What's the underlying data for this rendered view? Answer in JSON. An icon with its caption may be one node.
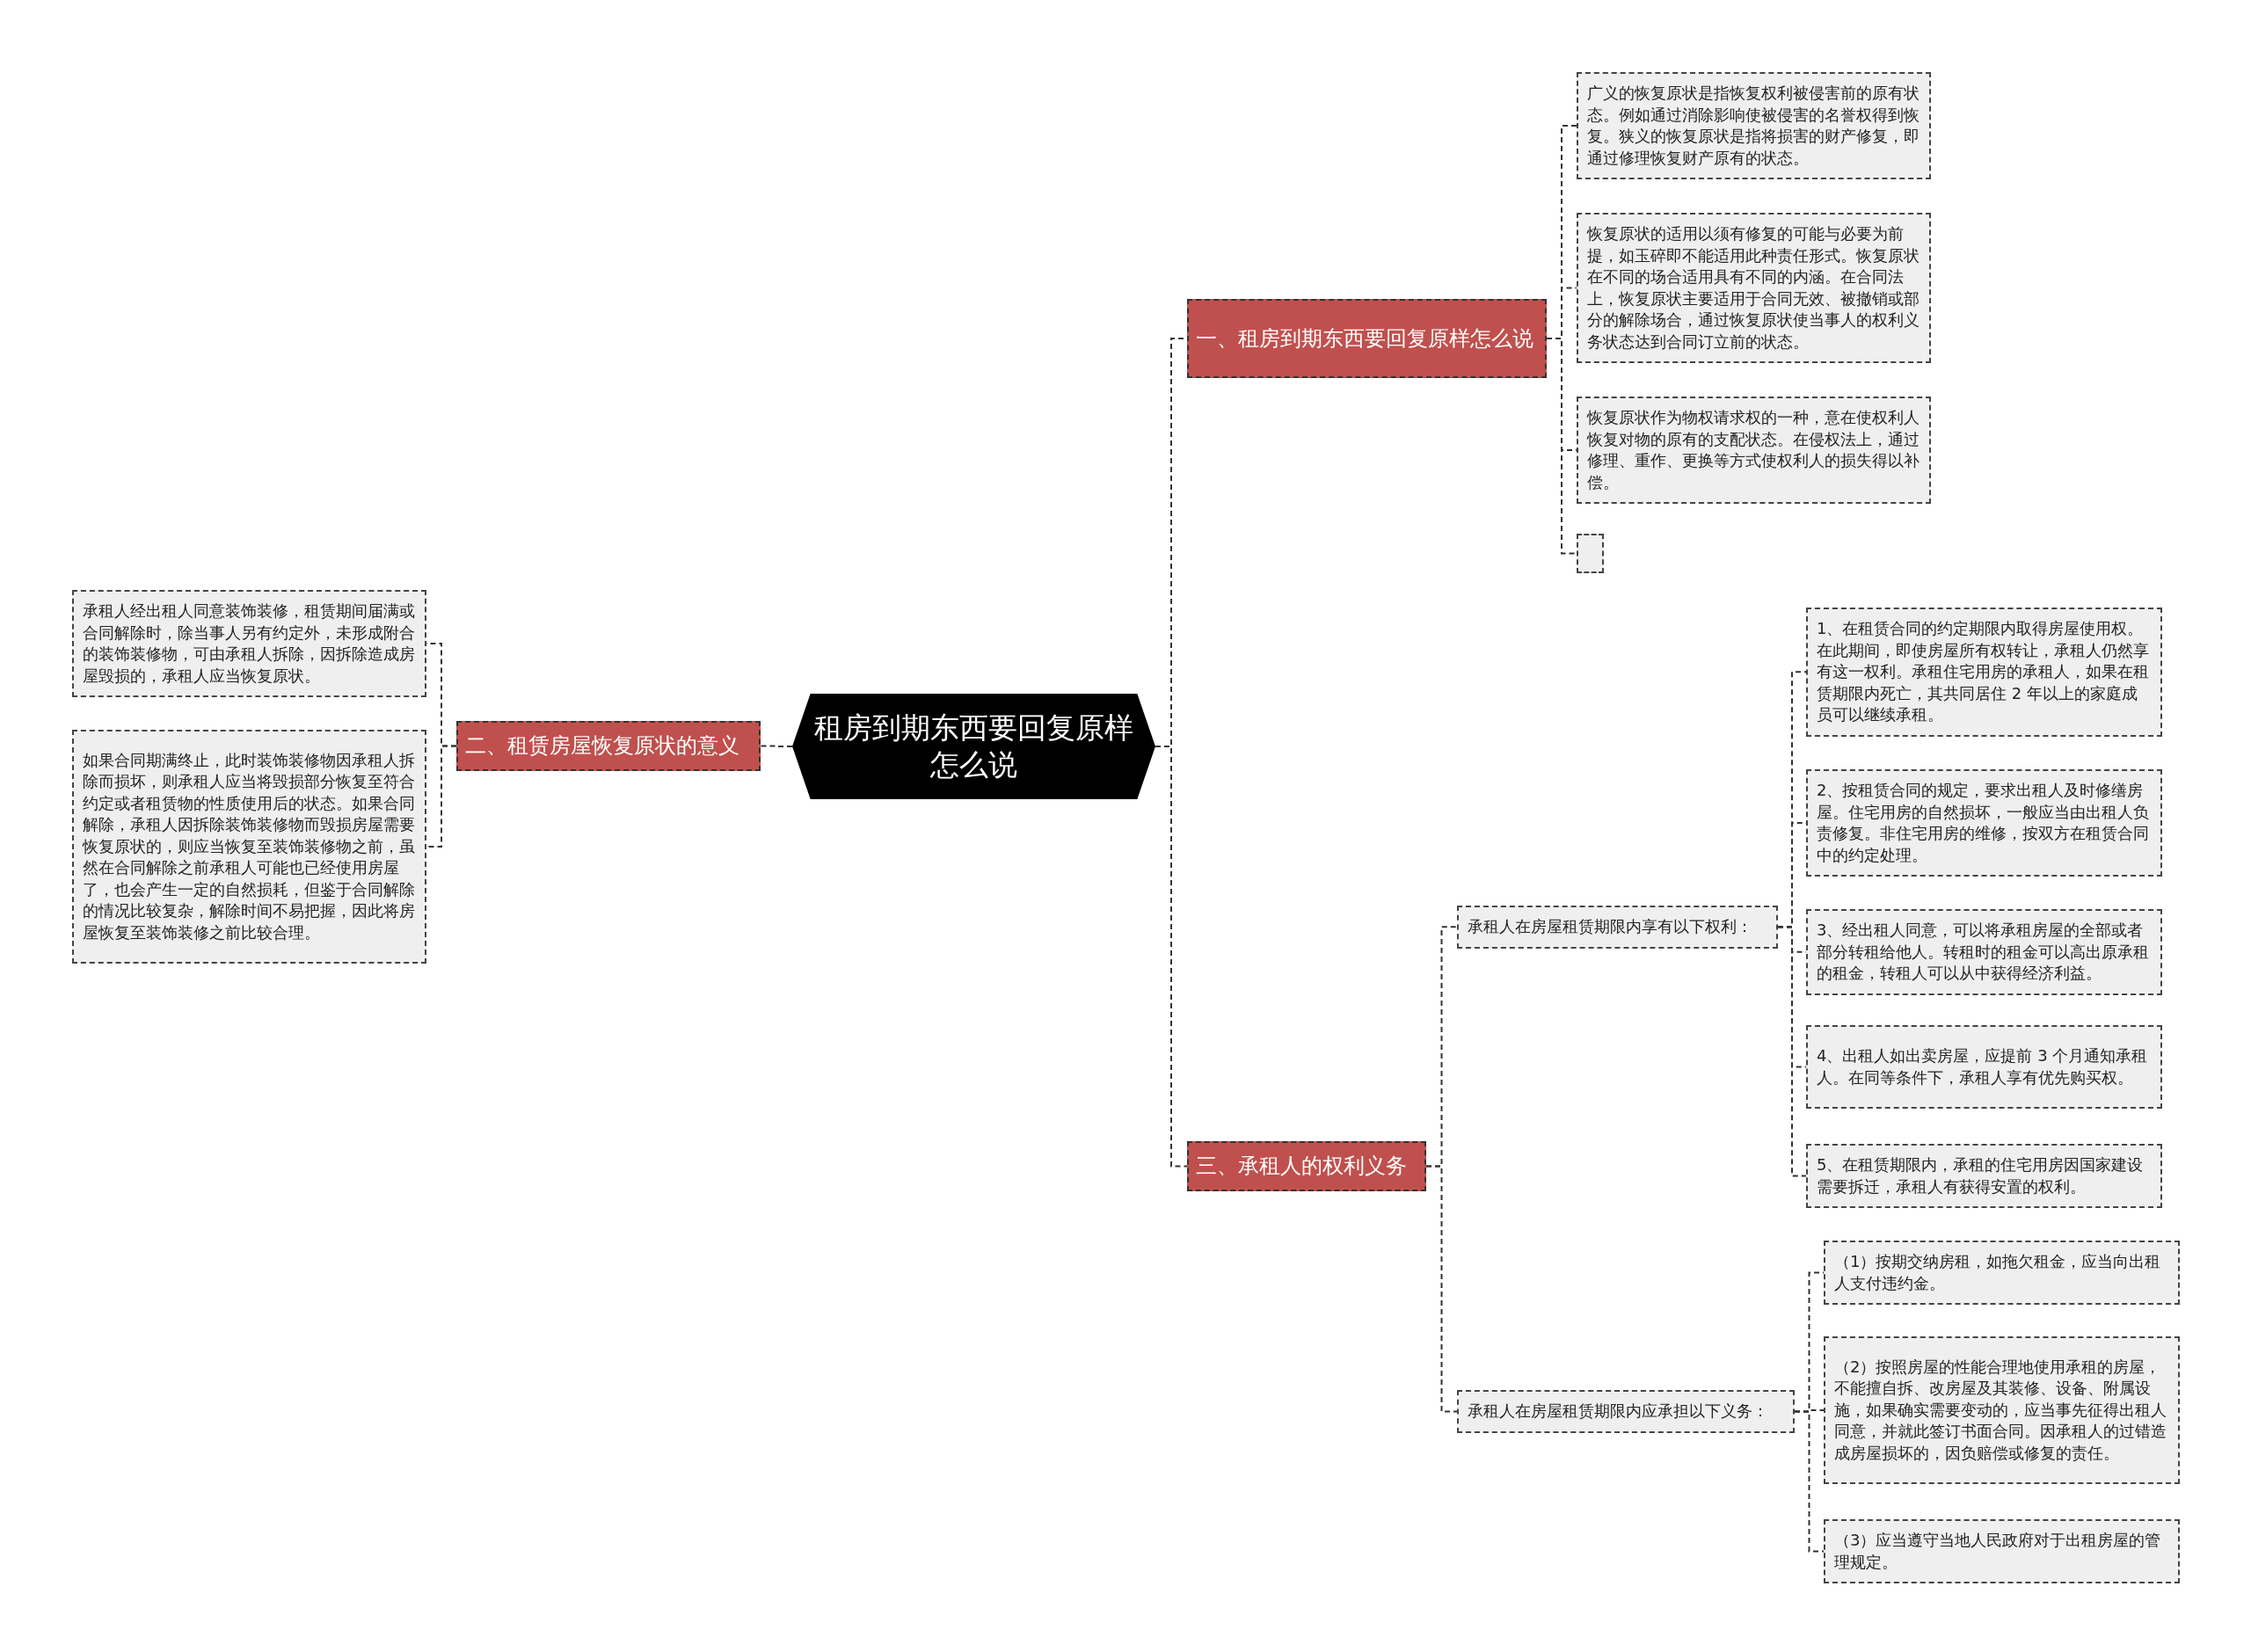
{
  "diagram": {
    "nodes": [
      {
        "text": [
          "租房到期东西要回复原样怎么说"
        ]
      },
      {
        "text": [
          "一、租房到期东西要回复原样怎么说"
        ]
      },
      {
        "text": [
          "广义的恢复原状是指恢复权利被侵害前的原有状态。例如通过消除影响使被侵害的名誉权得到恢复。狭义的恢复原状是指将损害的财产修复，即通过修理恢复财产原有的状态。"
        ]
      },
      {
        "text": [
          "恢复原状的适用以须有修复的可能与必要为前提，如玉碎即不能适用此种责任形式。恢复原状在不同的场合适用具有不同的内涵。在合同法上，恢复原状主要适用于合同无效、被撤销或部分的解除场合，通过恢复原状使当事人的权利义务状态达到合同订立前的状态。"
        ]
      },
      {
        "text": [
          "恢复原状作为物权请求权的一种，意在使权利人恢复对物的原有的支配状态。在侵权法上，通过修理、重作、更换等方式使权利人的损失得以补偿。"
        ]
      },
      {
        "text": [],
        "shape": "box"
      },
      {
        "text": [
          "二、租赁房屋恢复原状的意义"
        ]
      },
      {
        "text": [
          "承租人经出租人同意装饰装修，租赁期间届满或合同解除时，除当事人另有约定外，未形成附合的装饰装修物，可由承租人拆除，因拆除造成房屋毁损的，承租人应当恢复原状。"
        ]
      },
      {
        "text": [
          "如果合同期满终止，此时装饰装修物因承租人拆除而损坏，则承租人应当将毁损部分恢复至符合约定或者租赁物的性质使用后的状态。如果合同解除，承租人因拆除装饰装修物而毁损房屋需要恢复原状的，则应当恢复至装饰装修物之前，虽然在合同解除之前承租人可能也已经使用房屋了，也会产生一定的自然损耗，但鉴于合同解除的情况比较复杂，解除时间不易把握，因此将房屋恢复至装饰装修之前比较合理。"
        ]
      },
      {
        "text": [
          "三、承租人的权利义务"
        ]
      },
      {
        "text": [
          "承租人在房屋租赁期限内享有以下权利："
        ]
      },
      {
        "text": [
          "1、在租赁合同的约定期限内取得房屋使用权。在此期间，即使房屋所有权转让，承租人仍然享有这一权利。承租住宅用房的承租人，如果在租赁期限内死亡，其共同居住 2 年以上的家庭成员可以继续承租。"
        ]
      },
      {
        "text": [
          "2、按租赁合同的规定，要求出租人及时修缮房屋。住宅用房的自然损坏，一般应当由出租人负责修复。非住宅用房的维修，按双方在租赁合同中的约定处理。"
        ]
      },
      {
        "text": [
          "3、经出租人同意，可以将承租房屋的全部或者部分转租给他人。转租时的租金可以高出原承租的租金，转租人可以从中获得经济利益。"
        ]
      },
      {
        "text": [
          "4、出租人如出卖房屋，应提前 3 个月通知承租人。在同等条件下，承租人享有优先购买权。"
        ]
      },
      {
        "text": [
          "5、在租赁期限内，承租的住宅用房因国家建设需要拆迁，承租人有获得安置的权利。"
        ]
      },
      {
        "text": [
          "承租人在房屋租赁期限内应承担以下义务："
        ]
      },
      {
        "text": [
          "（1）按期交纳房租，如拖欠租金，应当向出租人支付违约金。"
        ]
      },
      {
        "text": [
          "（2）按照房屋的性能合理地使用承租的房屋，不能擅自拆、改房屋及其装修、设备、附属设施，如果确实需要变动的，应当事先征得出租人同意，并就此签订书面合同。因承租人的过错造成房屋损坏的，因负赔偿或修复的责任。"
        ]
      },
      {
        "text": [
          "（3）应当遵守当地人民政府对于出租房屋的管理规定。"
        ]
      }
    ],
    "edges": [
      {
        "from": 0,
        "to": 1,
        "arrow": "none"
      },
      {
        "from": 1,
        "to": 2,
        "arrow": "none"
      },
      {
        "from": 1,
        "to": 3,
        "arrow": "none"
      },
      {
        "from": 1,
        "to": 4,
        "arrow": "none"
      },
      {
        "from": 1,
        "to": 5,
        "arrow": "none"
      },
      {
        "from": 0,
        "to": 6,
        "arrow": "none"
      },
      {
        "from": 6,
        "to": 7,
        "arrow": "none"
      },
      {
        "from": 6,
        "to": 8,
        "arrow": "none"
      },
      {
        "from": 0,
        "to": 9,
        "arrow": "none"
      },
      {
        "from": 9,
        "to": 10,
        "arrow": "none"
      },
      {
        "from": 10,
        "to": 11,
        "arrow": "none"
      },
      {
        "from": 10,
        "to": 12,
        "arrow": "none"
      },
      {
        "from": 10,
        "to": 13,
        "arrow": "none"
      },
      {
        "from": 10,
        "to": 14,
        "arrow": "none"
      },
      {
        "from": 10,
        "to": 15,
        "arrow": "none"
      },
      {
        "from": 9,
        "to": 16,
        "arrow": "none"
      },
      {
        "from": 16,
        "to": 17,
        "arrow": "none"
      },
      {
        "from": 16,
        "to": 18,
        "arrow": "none"
      },
      {
        "from": 16,
        "to": 19,
        "arrow": "none"
      }
    ]
  }
}
